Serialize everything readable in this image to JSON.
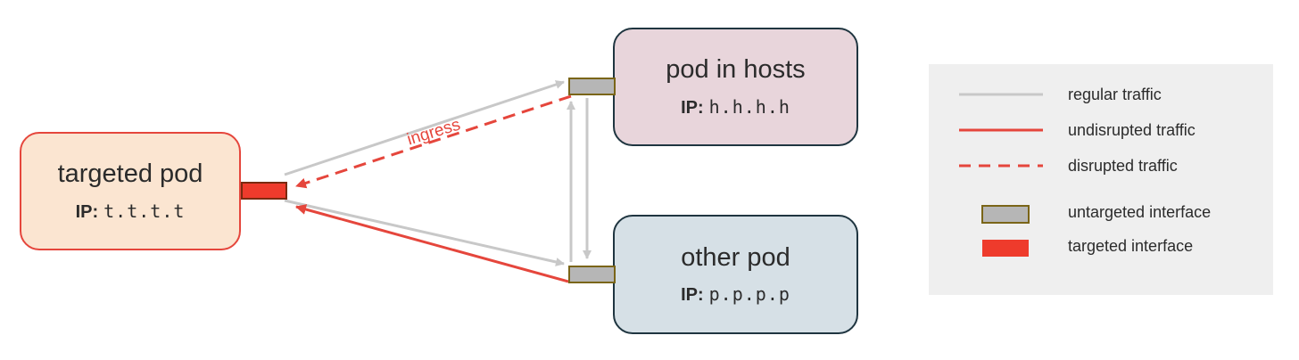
{
  "pods": {
    "targeted": {
      "title": "targeted pod",
      "ip_label": "IP:",
      "ip_value": "t.t.t.t"
    },
    "hosts": {
      "title": "pod in hosts",
      "ip_label": "IP:",
      "ip_value": "h.h.h.h"
    },
    "other": {
      "title": "other pod",
      "ip_label": "IP:",
      "ip_value": "p.p.p.p"
    }
  },
  "annotations": {
    "ingress": "ingress"
  },
  "legend": {
    "regular": "regular traffic",
    "undisrupted": "undisrupted traffic",
    "disrupted": "disrupted traffic",
    "untargeted_interface": "untargeted interface",
    "targeted_interface": "targeted interface"
  },
  "colors": {
    "regular_line": "#c8c8c8",
    "traffic_red": "#e5463c",
    "targeted_pod_fill": "#fbe5d1",
    "hosts_pod_fill": "#e8d5db",
    "other_pod_fill": "#d6e0e6",
    "pod_border_dark": "#1f3540",
    "untargeted_iface_fill": "#b6b6b6",
    "targeted_iface_fill": "#ee3b2c"
  }
}
